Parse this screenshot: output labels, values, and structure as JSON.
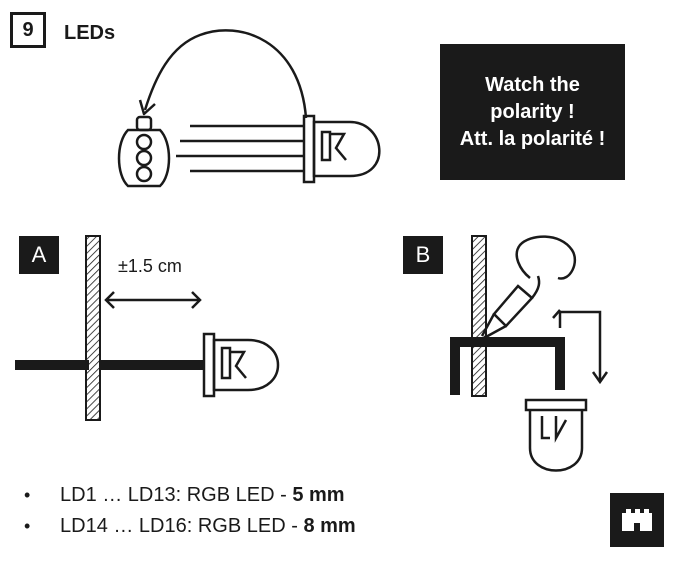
{
  "header": {
    "step_number": "9",
    "title": "LEDs"
  },
  "warning": {
    "line1": "Watch the",
    "line2": "polarity !",
    "line3": "Att. la polarité !"
  },
  "figure_a": {
    "label": "A",
    "distance": "±1.5 cm"
  },
  "figure_b": {
    "label": "B"
  },
  "specs": [
    {
      "bullet": "•",
      "range": "LD1 … LD13: RGB LED - ",
      "size": "5 mm"
    },
    {
      "bullet": "•",
      "range": "LD14 … LD16: RGB LED - ",
      "size": "8 mm"
    }
  ],
  "icons": [
    "led-icon",
    "soldering-iron-icon",
    "castle-logo-icon"
  ],
  "colors": {
    "ink": "#1a1a1a",
    "background": "#ffffff"
  }
}
